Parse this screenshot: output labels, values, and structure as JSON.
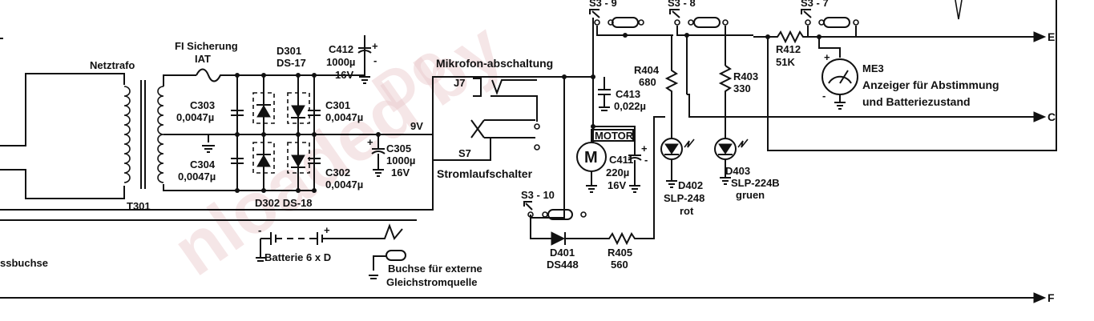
{
  "labels": {
    "netztrafo": "Netztrafo",
    "t301": "T301",
    "fi_sicherung": "FI Sicherung",
    "fuse_rating": "IAT",
    "d301": "D301",
    "ds17": "DS-17",
    "d302_ds18": "D302 DS-18",
    "c412": "C412",
    "c412_val1": "1000µ",
    "c412_val2": "16V",
    "c303": "C303",
    "c303_val": "0,0047µ",
    "c304": "C304",
    "c304_val": "0,0047µ",
    "c301": "C301",
    "c301_val": "0,0047µ",
    "c302": "C302",
    "c302_val": "0,0047µ",
    "c305": "C305",
    "c305_val1": "1000µ",
    "c305_val2": "16V",
    "v9": "9V",
    "mikrofon": "Mikrofon-abschaltung",
    "j7": "J7",
    "s7": "S7",
    "stromlauf": "Stromlaufschalter",
    "c413": "C413",
    "c413_val": "0,022µ",
    "motor": "MOTOR",
    "m": "M",
    "c411": "C411",
    "c411_val1": "220µ",
    "c411_val2": "16V",
    "s3_9": "S3 - 9",
    "s3_8": "S3 - 8",
    "s3_7": "S3 - 7",
    "s3_10": "S3 - 10",
    "r404": "R404",
    "r404_val": "680",
    "r403": "R403",
    "r403_val": "330",
    "r412": "R412",
    "r412_val": "51K",
    "me3": "ME3",
    "anzeiger1": "Anzeiger für Abstimmung",
    "anzeiger2": "und Batteriezustand",
    "d402": "D402",
    "d402_type": "SLP-248",
    "d402_color": "rot",
    "d403": "D403",
    "d403_type": "SLP-224B",
    "d403_color": "gruen",
    "d401": "D401",
    "ds448": "DS448",
    "r405": "R405",
    "r405_val": "560",
    "batterie": "Batterie 6 x D",
    "buchse1": "Buchse für externe",
    "buchse2": "Gleichstromquelle",
    "ssbuchse": "ssbuchse",
    "out_e": "E",
    "out_c": "C",
    "out_f": "F",
    "plus": "+",
    "minus": "-"
  }
}
